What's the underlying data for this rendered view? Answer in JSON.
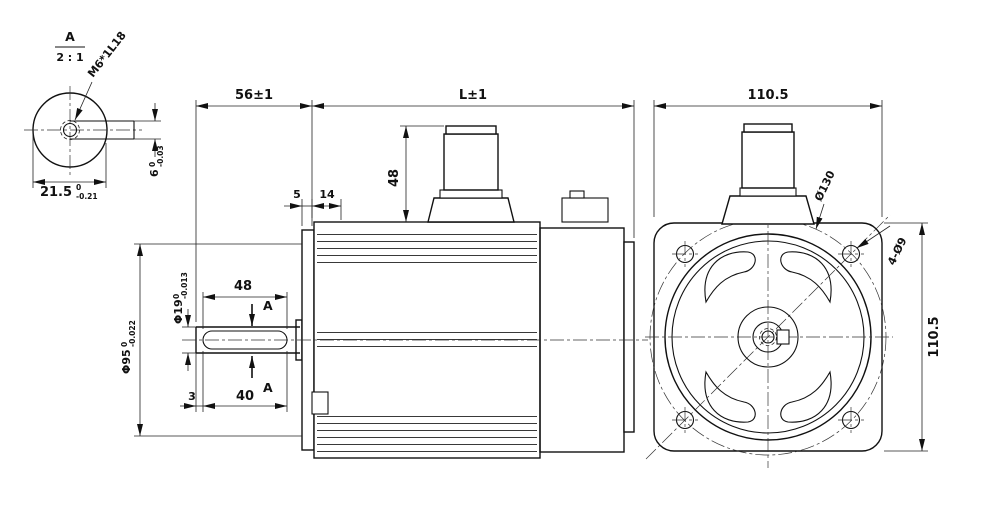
{
  "drawing_title": "servo-motor-dimension-drawing",
  "detail_view": {
    "section_label": "A",
    "scale_label": "2 : 1",
    "thread_callout": "M6*1L18",
    "width_dim": {
      "nominal": "21.5",
      "tol_upper": "0",
      "tol_lower": "-0.21"
    },
    "key_dim": {
      "nominal": "6",
      "tol_upper": "0",
      "tol_lower": "-0.03"
    }
  },
  "side_view": {
    "shaft_length_dim": "56±1",
    "body_length_dim": "L±1",
    "flange_thickness_dim": "5",
    "boss_dim": "14",
    "connector_height_dim": "48",
    "keyway_dim_48": "48",
    "section_arrow_label": "A",
    "shoulder_dim": "3",
    "keyway_length_dim": "40",
    "shaft_dia": {
      "nominal": "Φ19",
      "tol_upper": "0",
      "tol_lower": "-0.013"
    },
    "pilot_dia": {
      "nominal": "Φ95",
      "tol_upper": "0",
      "tol_lower": "-0.022"
    }
  },
  "front_view": {
    "width_dim": "110.5",
    "height_dim": "110.5",
    "bolt_circle_dim": "Ø130",
    "mount_holes_dim": "4-Ø9"
  }
}
